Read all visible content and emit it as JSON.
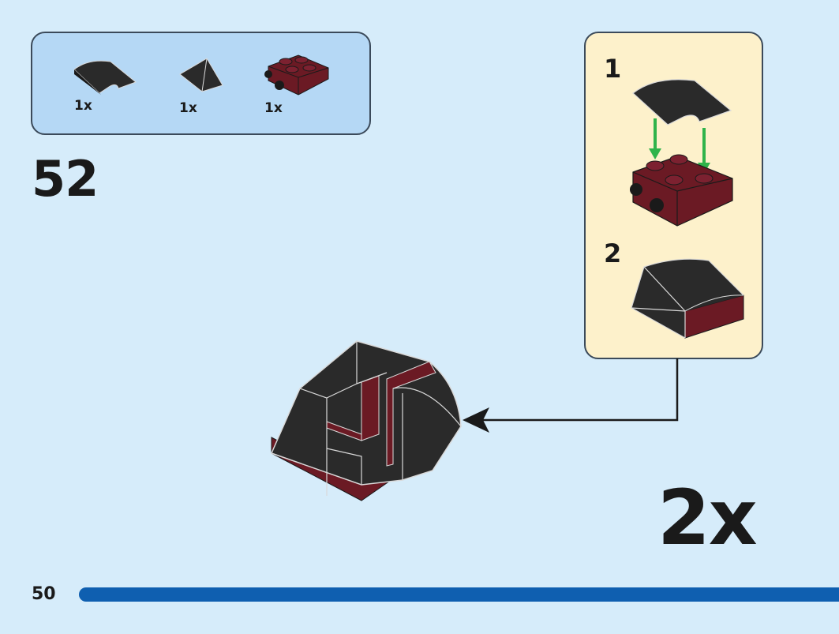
{
  "parts_list": [
    {
      "icon": "curved-slope-brick-black-icon",
      "qty": "1x"
    },
    {
      "icon": "corner-slope-brick-black-icon",
      "qty": "1x"
    },
    {
      "icon": "plate-with-studs-dark-red-icon",
      "qty": "1x"
    }
  ],
  "step_number": "52",
  "sub_steps": [
    {
      "number": "1"
    },
    {
      "number": "2"
    }
  ],
  "multiplier": "2x",
  "page_number": "50",
  "colors": {
    "background": "#d6ecfa",
    "parts_box": "#b5d8f5",
    "sub_box": "#fdf1cb",
    "brick_black": "#2a2a2a",
    "brick_dark_red": "#6b1a24",
    "arrow_green": "#2fb34a",
    "progress_bar": "#0f5fb0"
  }
}
